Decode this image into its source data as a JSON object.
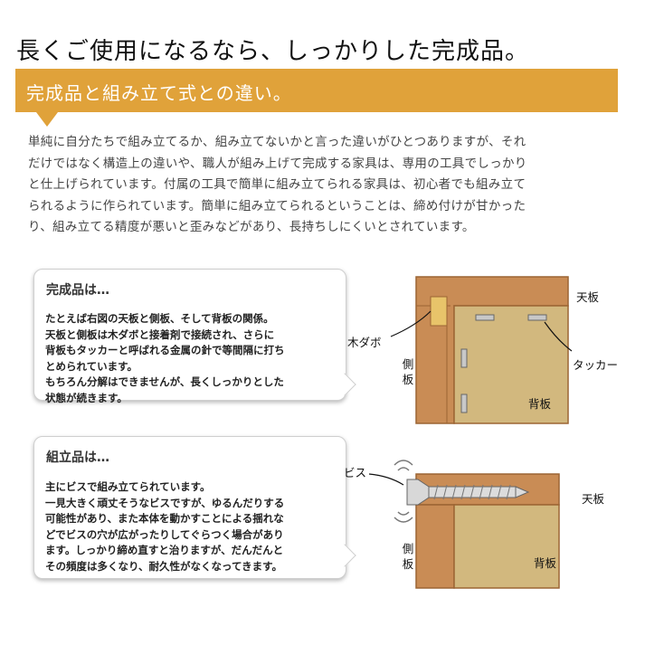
{
  "heading": "長くご使用になるなら、しっかりした完成品。",
  "banner": {
    "title": "完成品と組み立て式との違い。",
    "color": "#e0a23a"
  },
  "intro_lines": [
    "単純に自分たちで組み立てるか、組み立てないかと言った違いがひとつありますが、それ",
    "だけではなく構造上の違いや、職人が組み上げて完成する家具は、専用の工具でしっかり",
    "と仕上げられています。付属の工具で簡単に組み立てられる家具は、初心者でも組み立て",
    "られるように作られています。簡単に組み立てられるということは、締め付けが甘かった",
    "り、組み立てる精度が悪いと歪みなどがあり、長持ちしにくいとされています。"
  ],
  "finished": {
    "title": "完成品は…",
    "lines": [
      "たとえば右図の天板と側板、そして背板の関係。",
      "天板と側板は木ダボと接着剤で接続され、さらに",
      "背板もタッカーと呼ばれる金属の針で等間隔に打ち",
      "とめられています。",
      "もちろん分解はできませんが、長くしっかりとした",
      "状態が続きます。"
    ],
    "diagram": {
      "top_board": "天板",
      "dowel": "木ダボ",
      "side_board": "側板",
      "tacker": "タッカー",
      "back_board": "背板"
    }
  },
  "assembled": {
    "title": "組立品は…",
    "lines": [
      "主にビスで組み立てられています。",
      "一見大きく頑丈そうなビスですが、ゆるんだりする",
      "可能性があり、また本体を動かすことによる揺れな",
      "どでビスの穴が広がったりしてぐらつく場合があり",
      "ます。しっかり締め直すと治りますが、だんだんと",
      "その頻度は多くなり、耐久性がなくなってきます。"
    ],
    "diagram": {
      "screw": "ビス",
      "top_board": "天板",
      "side_board": "側板",
      "back_board": "背板"
    }
  },
  "colors": {
    "wood_edge": "#b5733f",
    "wood_inner": "#c98c55",
    "back_panel": "#d2b87e",
    "dowel": "#e8c46a"
  }
}
